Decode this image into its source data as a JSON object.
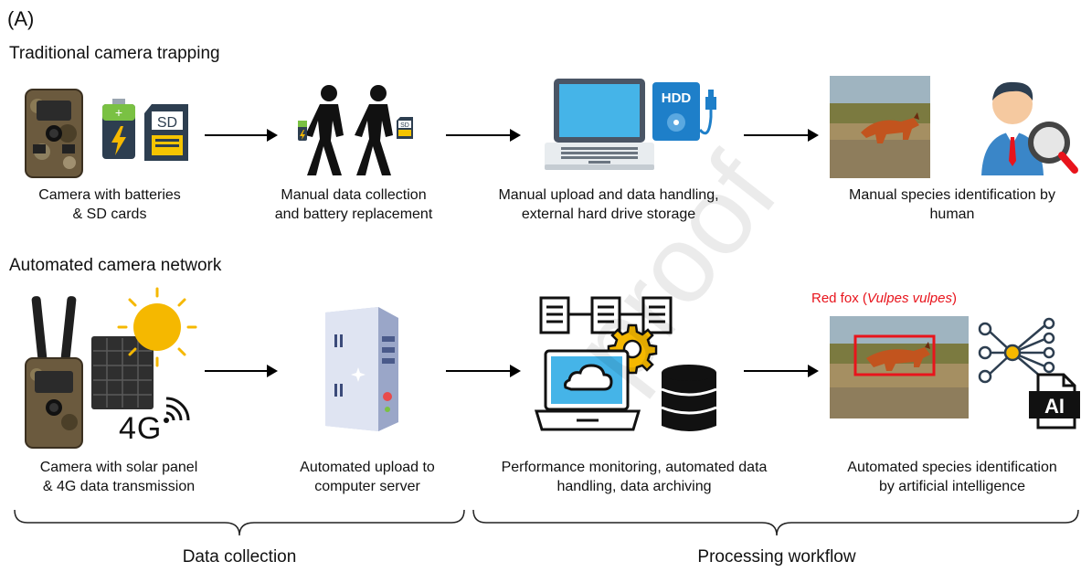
{
  "panel_label": "(A)",
  "traditional": {
    "title": "Traditional camera trapping",
    "steps": [
      {
        "line1": "Camera with batteries",
        "line2": "& SD cards",
        "sd_label": "SD"
      },
      {
        "line1": "Manual data collection",
        "line2": "and battery replacement",
        "sd_label": "SD"
      },
      {
        "line1": "Manual upload and data handling,",
        "line2": "external hard drive storage",
        "hdd_label": "HDD"
      },
      {
        "line1": "Manual species identification by",
        "line2": "human"
      }
    ]
  },
  "automated": {
    "title": "Automated camera network",
    "steps": [
      {
        "line1": "Camera with solar panel",
        "line2": "& 4G data transmission",
        "badge": "4G"
      },
      {
        "line1": "Automated upload to",
        "line2": "computer server"
      },
      {
        "line1": "Performance monitoring, automated data",
        "line2": "handling, data archiving"
      },
      {
        "line1": "Automated species identification",
        "line2": "by artificial intelligence",
        "ai_badge": "AI"
      }
    ],
    "species_label_plain": "Red fox (",
    "species_label_italic": "Vulpes vulpes",
    "species_label_close": ")"
  },
  "braces": {
    "left": "Data collection",
    "right": "Processing workflow"
  },
  "watermark": "proof",
  "colors": {
    "red_label": "#e8141c",
    "detection_box": "#e8141c",
    "sun": "#f5b800",
    "screen_blue": "#45b4e8",
    "battery_green": "#7ac143",
    "sd_navy": "#2d3e50"
  }
}
